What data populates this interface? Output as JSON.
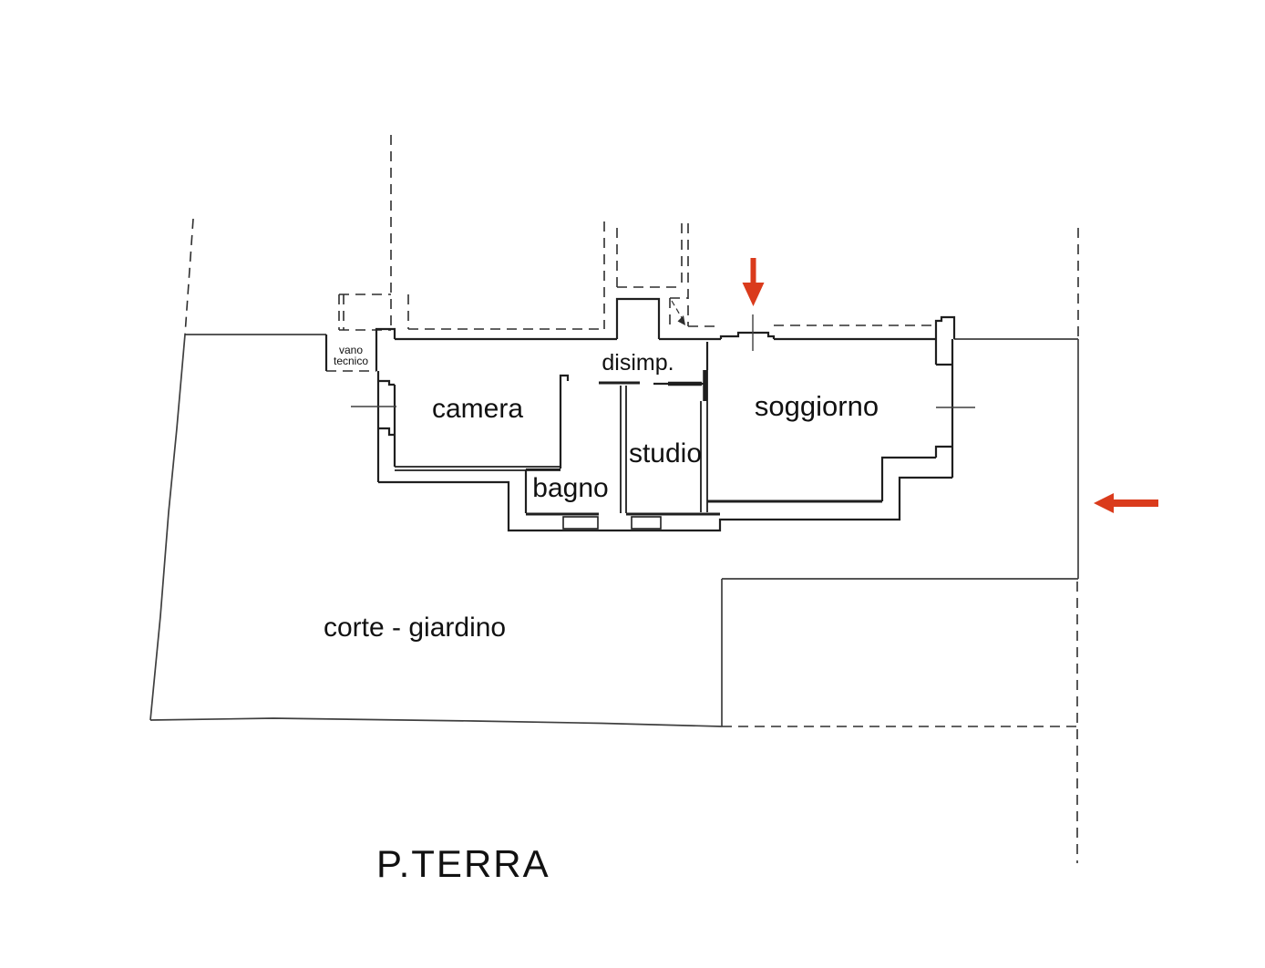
{
  "colors": {
    "wall": "#1f1f1f",
    "context_line": "#3f3f3f",
    "dashed_line": "#2e2e2e",
    "arrow": "#da3b1c",
    "text": "#111111",
    "background": "#ffffff"
  },
  "plan": {
    "floor_title": "P.TERRA",
    "labels": {
      "camera": "camera",
      "soggiorno": "soggiorno",
      "studio": "studio",
      "bagno": "bagno",
      "disimpegno": "disimp.",
      "vano_tecnico_line1": "vano",
      "vano_tecnico_line2": "tecnico",
      "corte_giardino": "corte - giardino"
    },
    "icons": {
      "entrance_arrow": "arrow-down-red",
      "side_entrance_arrow": "arrow-left-red"
    }
  }
}
